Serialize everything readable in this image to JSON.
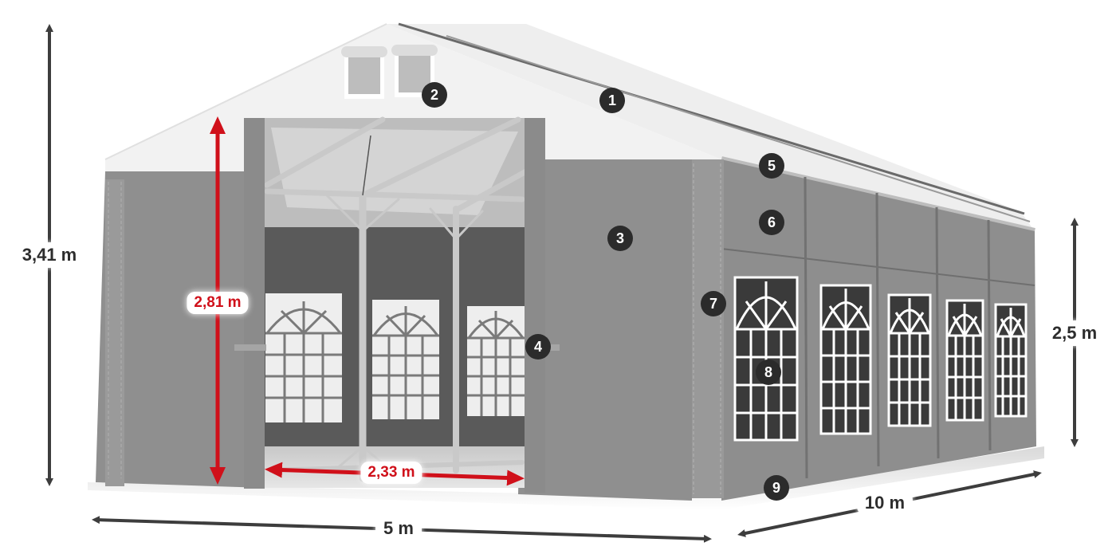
{
  "diagram": {
    "subject": "Tent with side windows and front entrance",
    "colors": {
      "wall_gray": "#8e8e8e",
      "roof_white": "#f2f2f2",
      "interior_dark": "#5a5a5a",
      "window_dark": "#3a3a3a",
      "dimension_dark": "#3d3d3d",
      "dimension_red": "#d0101a",
      "marker_bg": "#2b2b2b"
    },
    "dimensions": {
      "total_height": "3,41 m",
      "side_height": "2,5 m",
      "width": "5 m",
      "length": "10 m",
      "entrance_height": "2,81 m",
      "entrance_width": "2,33 m"
    },
    "markers": [
      {
        "id": "1",
        "label": "1"
      },
      {
        "id": "2",
        "label": "2"
      },
      {
        "id": "3",
        "label": "3"
      },
      {
        "id": "4",
        "label": "4"
      },
      {
        "id": "5",
        "label": "5"
      },
      {
        "id": "6",
        "label": "6"
      },
      {
        "id": "7",
        "label": "7"
      },
      {
        "id": "8",
        "label": "8"
      },
      {
        "id": "9",
        "label": "9"
      }
    ]
  }
}
